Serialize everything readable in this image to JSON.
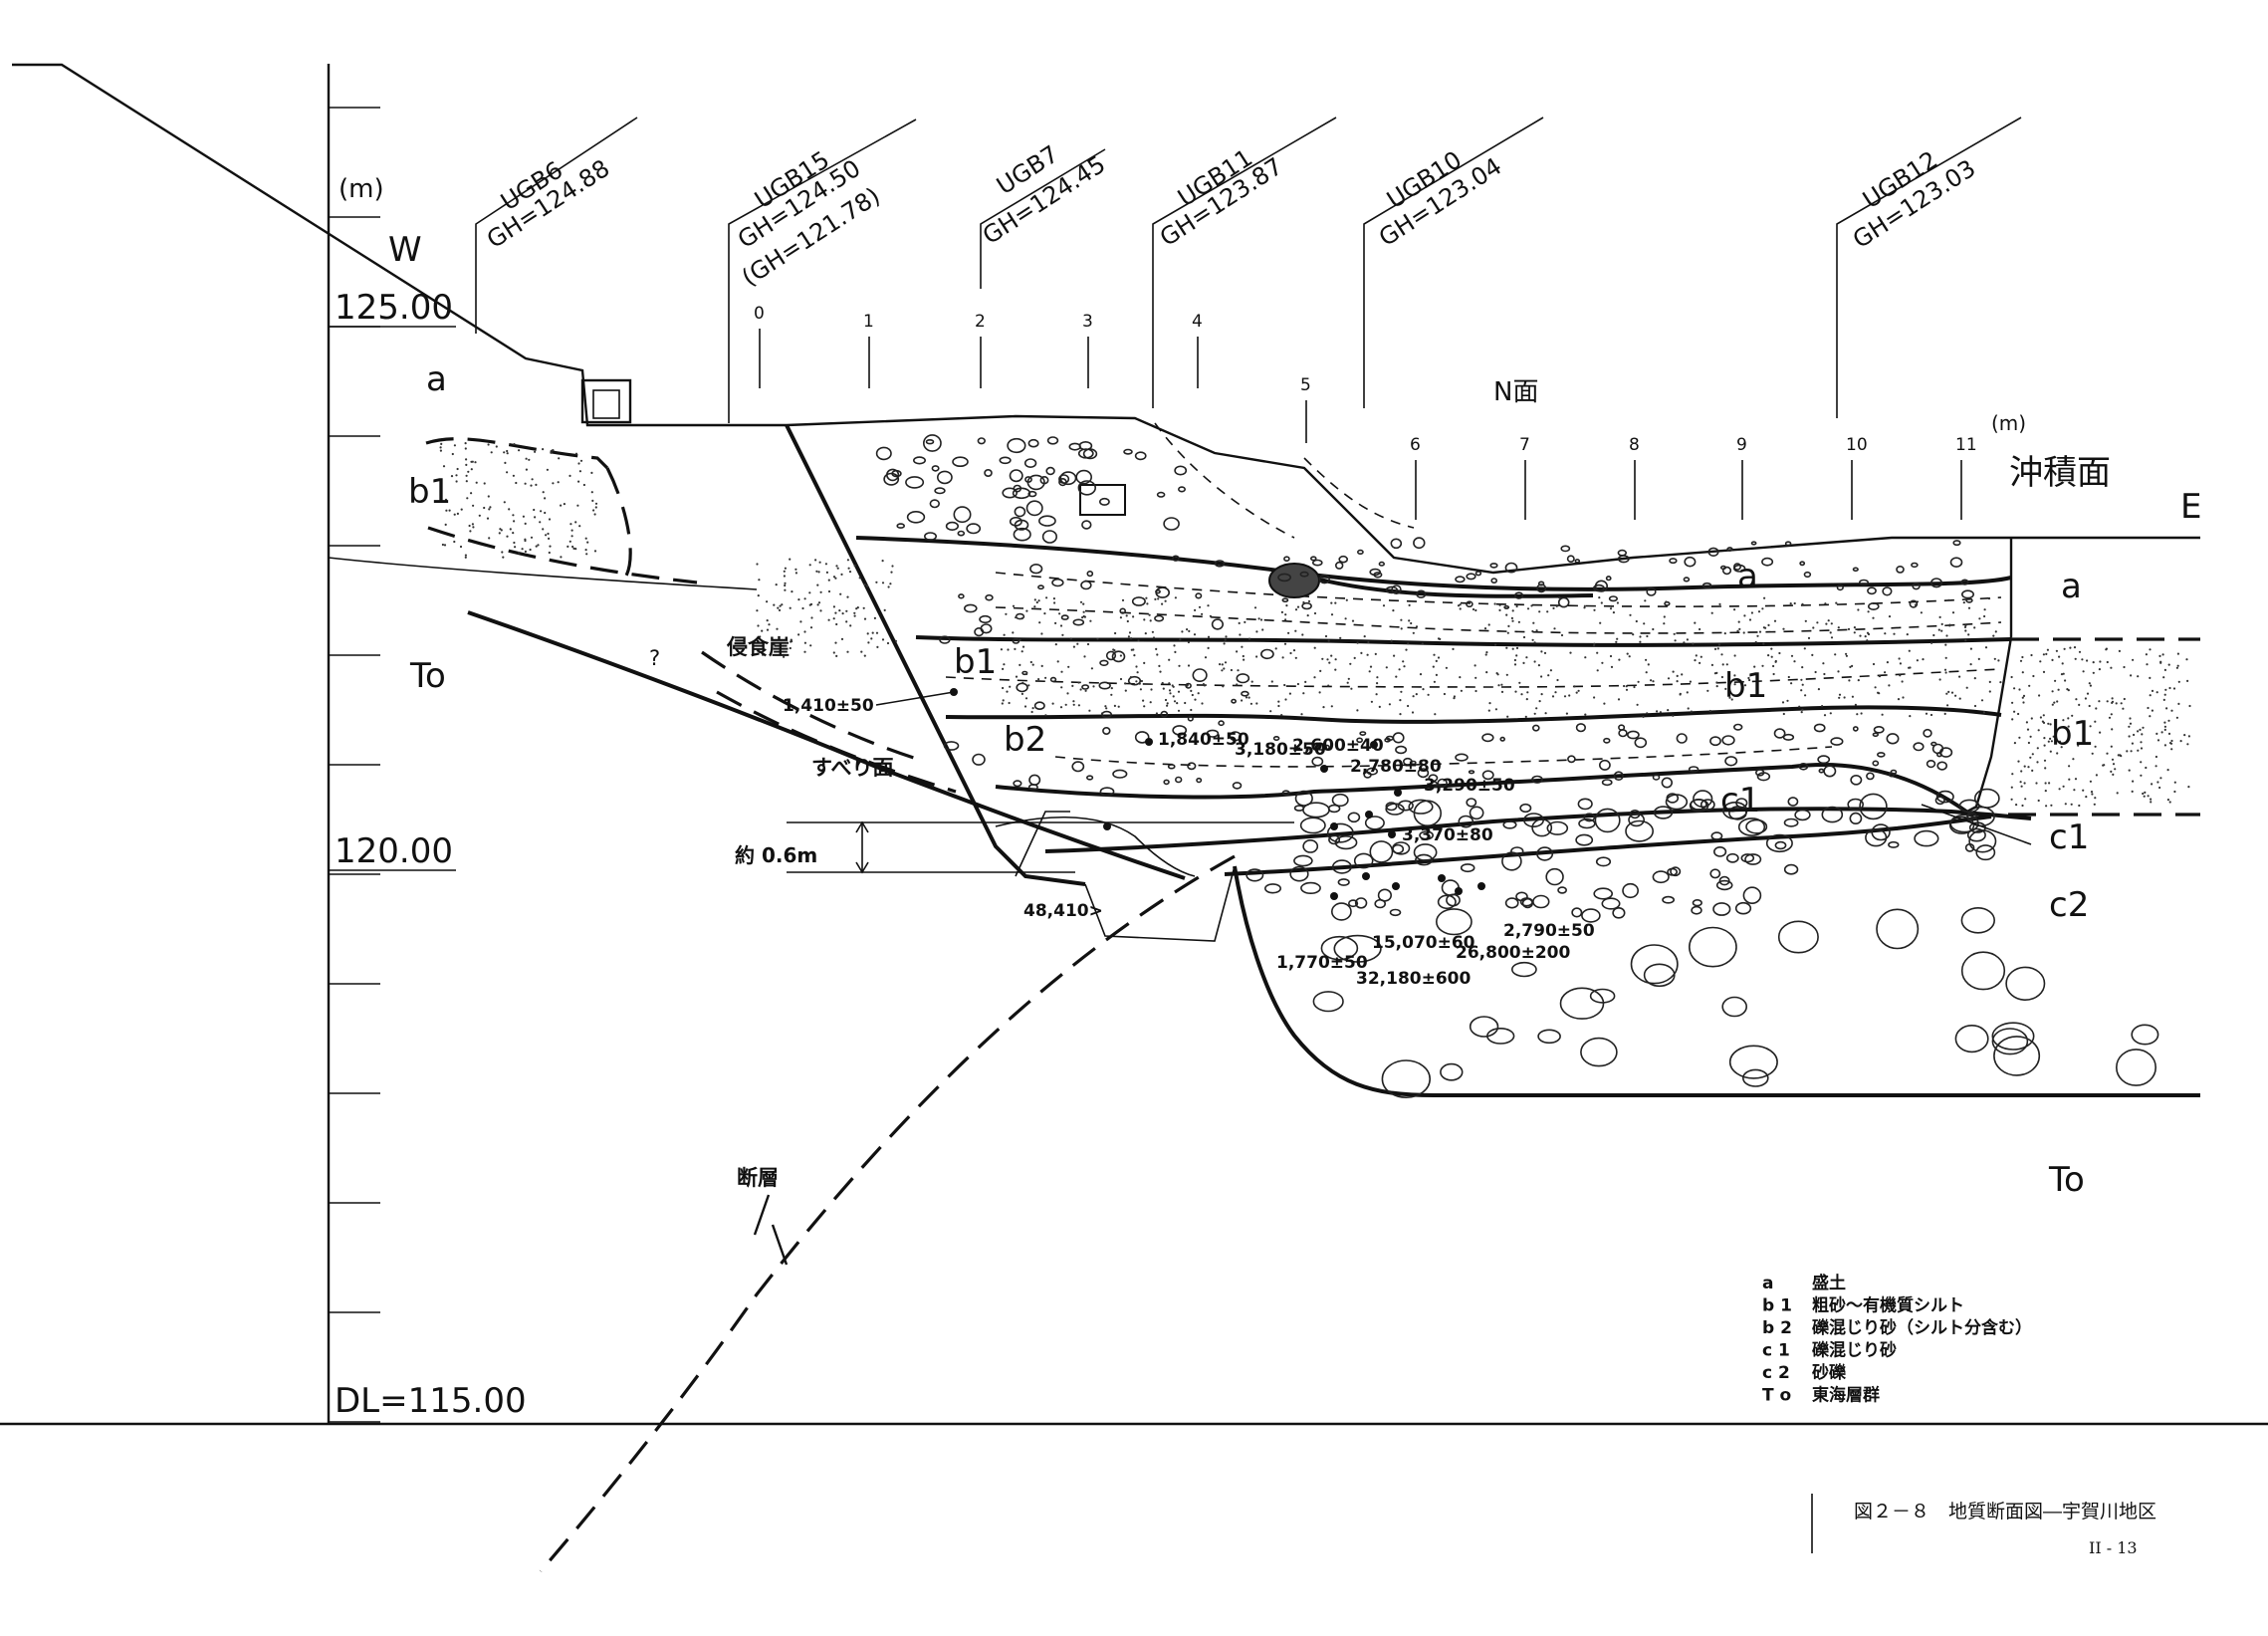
{
  "axis": {
    "unit": "(m)",
    "level_125": "125.00",
    "level_120": "120.00",
    "datum": "DL=115.00"
  },
  "direction": {
    "west": "W",
    "east": "E"
  },
  "boreholes": [
    {
      "name": "UGB6",
      "gh": "GH=124.88",
      "gh2": ""
    },
    {
      "name": "UGB15",
      "gh": "GH=124.50",
      "gh2": "(GH=121.78)"
    },
    {
      "name": "UGB7",
      "gh": "GH=124.45",
      "gh2": ""
    },
    {
      "name": "UGB11",
      "gh": "GH=123.87",
      "gh2": ""
    },
    {
      "name": "UGB10",
      "gh": "GH=123.04",
      "gh2": ""
    },
    {
      "name": "UGB12",
      "gh": "GH=123.03",
      "gh2": ""
    }
  ],
  "section": {
    "face_label": "N面",
    "unit": "(m)",
    "ticks": [
      "0",
      "1",
      "2",
      "3",
      "4",
      "5",
      "6",
      "7",
      "8",
      "9",
      "10",
      "11"
    ],
    "alluvial_surface": "沖積面"
  },
  "layer_labels": {
    "a_left": "a",
    "b1_left": "b1",
    "to_left": "To",
    "a_right": "a",
    "b1_right": "b1",
    "c1_right": "c1",
    "c2_right": "c2",
    "to_right": "To",
    "a_inner": "a",
    "b1_inner": "b1",
    "b1_inner2": "b1",
    "b2_inner": "b2",
    "c1_inner": "c1"
  },
  "features": {
    "erosion_cliff": "侵食崖",
    "slip_surface": "すべり面",
    "fault": "断層",
    "question": "?",
    "offset": "約 0.6m"
  },
  "ages": [
    "1,410±50",
    "1,840±50",
    "3,180±50",
    "2,600±40",
    "2,780±80",
    "3,290±50",
    "3,370±80",
    "48,410>",
    "1,770±50",
    "15,070±60",
    "26,800±200",
    "32,180±600",
    "2,790±50"
  ],
  "legend": [
    {
      "key": "a",
      "desc": "盛土"
    },
    {
      "key": "b 1",
      "desc": "粗砂～有機質シルト"
    },
    {
      "key": "b 2",
      "desc": "礫混じり砂（シルト分含む）"
    },
    {
      "key": "c 1",
      "desc": "礫混じり砂"
    },
    {
      "key": "c 2",
      "desc": "砂礫"
    },
    {
      "key": "T o",
      "desc": "東海層群"
    }
  ],
  "caption": "図２－８　地質断面図―宇賀川地区",
  "page_number": "II - 13"
}
